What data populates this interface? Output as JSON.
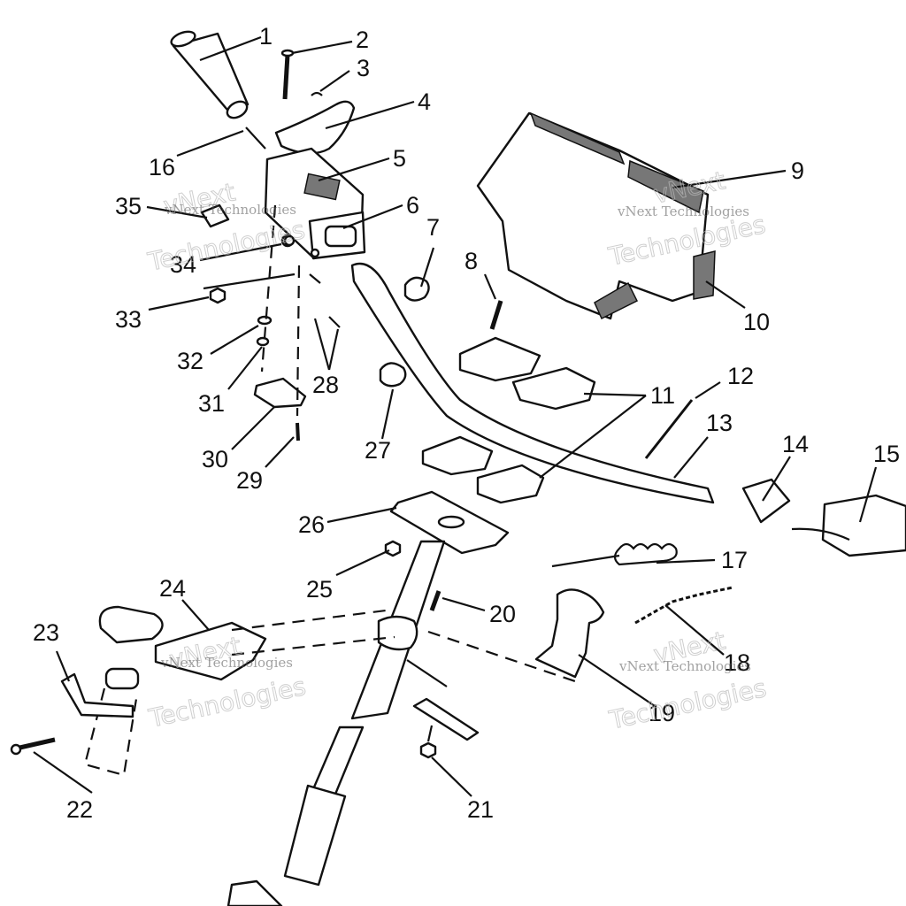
{
  "diagram": {
    "callouts": [
      "1",
      "2",
      "3",
      "4",
      "5",
      "6",
      "7",
      "8",
      "9",
      "10",
      "11",
      "12",
      "13",
      "14",
      "15",
      "16",
      "17",
      "18",
      "19",
      "20",
      "21",
      "22",
      "23",
      "24",
      "25",
      "26",
      "27",
      "28",
      "29",
      "30",
      "31",
      "32",
      "33",
      "34",
      "35"
    ],
    "watermark": {
      "small": "vNext Technologies",
      "large": "Technologies",
      "prefix": "vNext"
    },
    "colors": {
      "ink": "#111111",
      "paper": "#ffffff",
      "foam": "#777777"
    }
  }
}
